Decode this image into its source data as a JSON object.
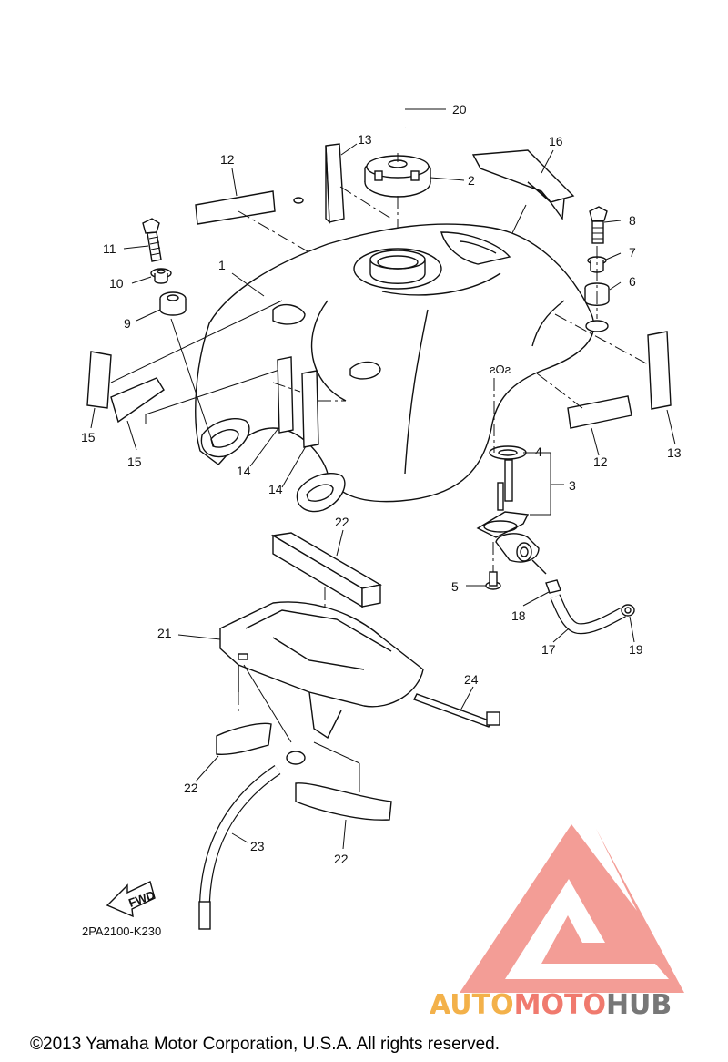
{
  "diagram": {
    "callouts": {
      "c1": "1",
      "c2": "2",
      "c3": "3",
      "c4": "4",
      "c5": "5",
      "c6": "6",
      "c7": "7",
      "c8": "8",
      "c9": "9",
      "c10": "10",
      "c11": "11",
      "c12a": "12",
      "c12b": "12",
      "c13a": "13",
      "c13b": "13",
      "c14a": "14",
      "c14b": "14",
      "c15a": "15",
      "c15b": "15",
      "c16": "16",
      "c17": "17",
      "c18": "18",
      "c19": "19",
      "c20": "20",
      "c21": "21",
      "c22a": "22",
      "c22b": "22",
      "c22c": "22",
      "c23": "23",
      "c24": "24"
    },
    "fwd_label": "FWD",
    "part_code": "2PA2100-K230"
  },
  "watermark": {
    "part1": "AUTO",
    "part2": "MOTO",
    "part3": "HUB",
    "colors": {
      "orange": "#f3b14a",
      "red": "#f07a6e",
      "gray": "#777777",
      "logo": "#f28c84"
    }
  },
  "footer": {
    "copyright": "©2013 Yamaha Motor Corporation, U.S.A. All rights reserved."
  }
}
